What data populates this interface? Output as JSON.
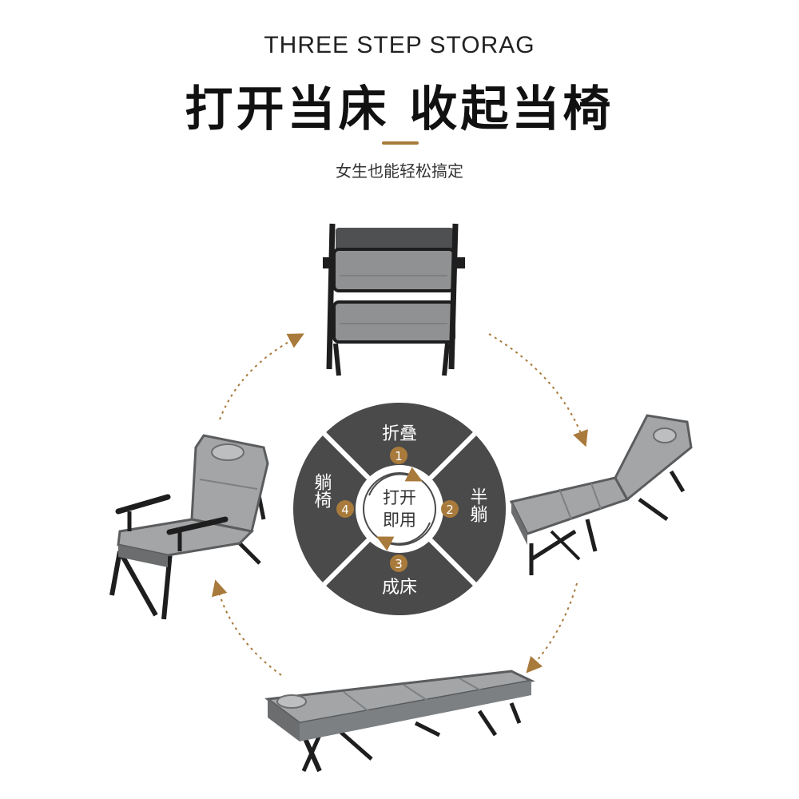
{
  "header": {
    "title_en": "THREE STEP STORAG",
    "title_cn": "打开当床 收起当椅",
    "subtitle": "女生也能轻松搞定"
  },
  "wheel": {
    "center_line1": "打开",
    "center_line2": "即用",
    "steps": [
      {
        "number": "1",
        "label": "折叠"
      },
      {
        "number": "2",
        "label": "半躺"
      },
      {
        "number": "3",
        "label": "成床"
      },
      {
        "number": "4",
        "label": "躺椅"
      }
    ]
  },
  "products": {
    "folded": "folded-bed-illustration",
    "half": "half-reclined-lounger-illustration",
    "flat": "flat-bed-illustration",
    "recliner": "recliner-chair-illustration"
  },
  "colors": {
    "accent": "#a87a3b",
    "wheel": "#4a4a4a",
    "frame": "#1e1e1e",
    "cushion": "#8f9193",
    "cushion_light": "#a3a5a7"
  }
}
